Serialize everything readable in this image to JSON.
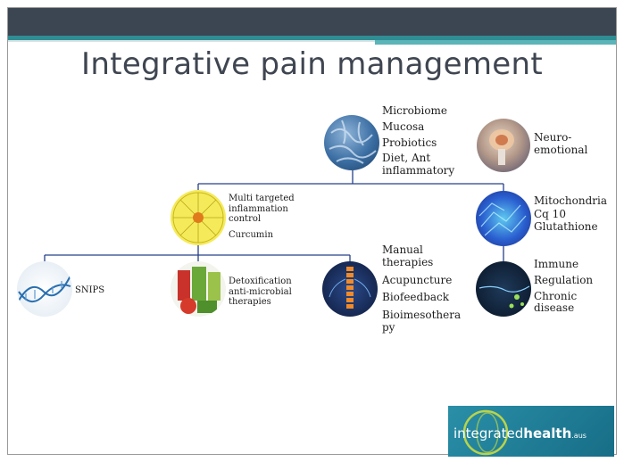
{
  "title": "Integrative pain management",
  "nodes": {
    "microbiome": {
      "icon": "microbiome-icon",
      "lines": [
        "Microbiome",
        "Mucosa",
        "Probiotics",
        "Diet, Ant",
        "inflammatory"
      ]
    },
    "neuro": {
      "icon": "brain-icon",
      "lines": [
        "Neuro-",
        "emotional"
      ]
    },
    "curcumin": {
      "icon": "curcumin-icon",
      "lines": [
        "Multi targeted",
        "inflammation",
        "control",
        "Curcumin"
      ]
    },
    "mitochondria": {
      "icon": "mitochondria-icon",
      "lines": [
        "Mitochondria",
        "Cq 10",
        "Glutathione"
      ]
    },
    "snips": {
      "icon": "dna-icon",
      "lines": [
        "SNIPS"
      ]
    },
    "detox": {
      "icon": "juice-icon",
      "lines": [
        "Detoxification",
        "anti-microbial",
        "therapies"
      ]
    },
    "manual": {
      "icon": "spine-icon",
      "lines": [
        "Manual",
        "therapies",
        "Acupuncture",
        "Biofeedback",
        "Bioimesothera",
        "py"
      ]
    },
    "immune": {
      "icon": "immune-cell-icon",
      "lines": [
        "Immune",
        "Regulation",
        "Chronic",
        "disease"
      ]
    }
  },
  "logo": {
    "part1": "integrated",
    "part2": "health",
    "suffix": ".aus"
  },
  "colors": {
    "header_dark": "#3c4552",
    "header_teal": "#2f8d93",
    "connector": "#27408b",
    "title": "#3f4651",
    "logo_bg": "#1f7d96"
  }
}
